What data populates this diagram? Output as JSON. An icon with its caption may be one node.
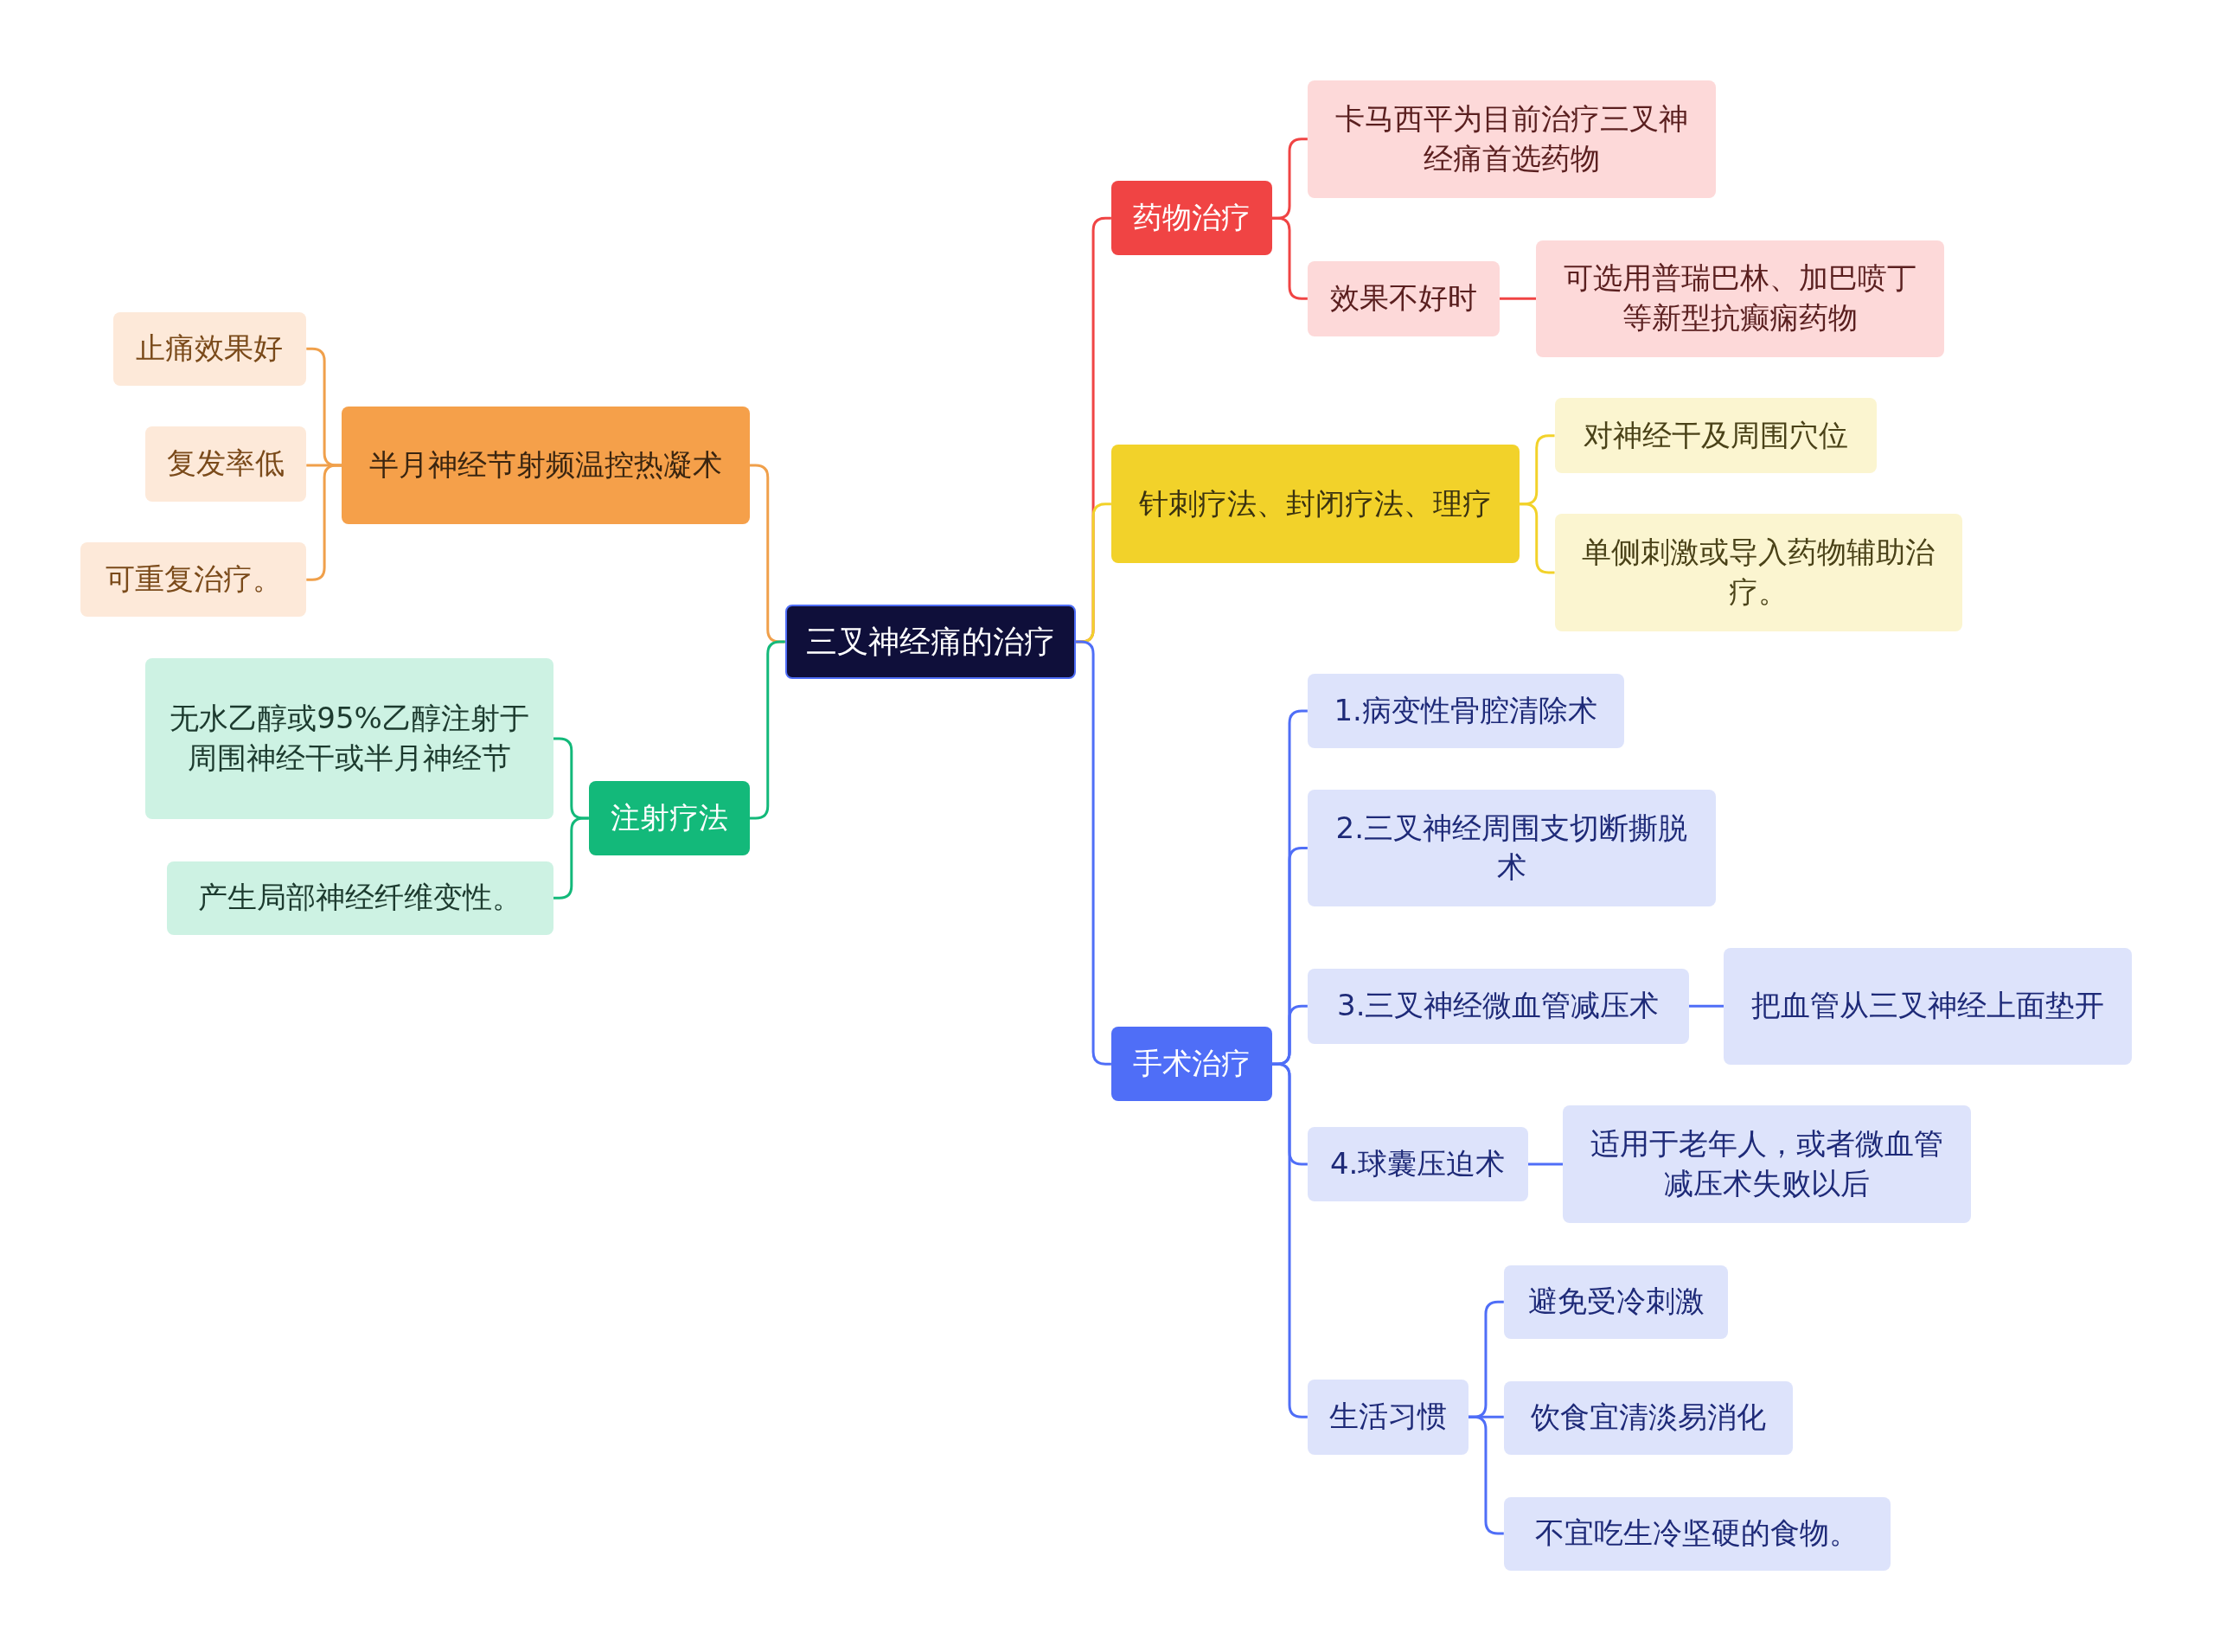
{
  "diagram": {
    "nodes": [
      {
        "text": [
          "三叉神经痛的治疗"
        ]
      },
      {
        "text": [
          "半月神经节射频温控热凝术"
        ]
      },
      {
        "text": [
          "止痛效果好"
        ]
      },
      {
        "text": [
          "复发率低"
        ]
      },
      {
        "text": [
          "可重复治疗。"
        ]
      },
      {
        "text": [
          "注射疗法"
        ]
      },
      {
        "text": [
          "无水乙醇或95%乙醇注射于周围神经干或半月神经节"
        ]
      },
      {
        "text": [
          "产生局部神经纤维变性。"
        ]
      },
      {
        "text": [
          "药物治疗"
        ]
      },
      {
        "text": [
          "卡马西平为目前治疗三叉神经痛首选药物"
        ]
      },
      {
        "text": [
          "效果不好时"
        ]
      },
      {
        "text": [
          "可选用普瑞巴林、加巴喷丁等新型抗癫痫药物"
        ]
      },
      {
        "text": [
          "针刺疗法、封闭疗法、理疗"
        ]
      },
      {
        "text": [
          "对神经干及周围穴位"
        ]
      },
      {
        "text": [
          "单侧刺激或导入药物辅助治疗。"
        ]
      },
      {
        "text": [
          "手术治疗"
        ]
      },
      {
        "text": [
          "1.病变性骨腔清除术"
        ]
      },
      {
        "text": [
          "2.三叉神经周围支切断撕脱术"
        ]
      },
      {
        "text": [
          "3.三叉神经微血管减压术"
        ]
      },
      {
        "text": [
          "把血管从三叉神经上面垫开"
        ]
      },
      {
        "text": [
          "4.球囊压迫术"
        ]
      },
      {
        "text": [
          "适用于老年人，或者微血管减压术失败以后"
        ]
      },
      {
        "text": [
          "生活习惯"
        ]
      },
      {
        "text": [
          "避免受冷刺激"
        ]
      },
      {
        "text": [
          "饮食宜清淡易消化"
        ]
      },
      {
        "text": [
          "不宜吃生冷坚硬的食物。"
        ]
      }
    ],
    "edges": [
      {
        "from": 0,
        "to": 1,
        "arrow": "none",
        "color": "#f0a04b"
      },
      {
        "from": 1,
        "to": 2,
        "arrow": "none",
        "color": "#f0a04b"
      },
      {
        "from": 1,
        "to": 3,
        "arrow": "none",
        "color": "#f0a04b"
      },
      {
        "from": 1,
        "to": 4,
        "arrow": "none",
        "color": "#f0a04b"
      },
      {
        "from": 0,
        "to": 5,
        "arrow": "none",
        "color": "#13b97a"
      },
      {
        "from": 5,
        "to": 6,
        "arrow": "none",
        "color": "#13b97a"
      },
      {
        "from": 5,
        "to": 7,
        "arrow": "none",
        "color": "#13b97a"
      },
      {
        "from": 0,
        "to": 8,
        "arrow": "none",
        "color": "#f04444"
      },
      {
        "from": 8,
        "to": 9,
        "arrow": "none",
        "color": "#f04444"
      },
      {
        "from": 8,
        "to": 10,
        "arrow": "none",
        "color": "#f04444"
      },
      {
        "from": 10,
        "to": 11,
        "arrow": "none",
        "color": "#f04444"
      },
      {
        "from": 0,
        "to": 12,
        "arrow": "none",
        "color": "#f2d22a"
      },
      {
        "from": 12,
        "to": 13,
        "arrow": "none",
        "color": "#f2d22a"
      },
      {
        "from": 12,
        "to": 14,
        "arrow": "none",
        "color": "#f2d22a"
      },
      {
        "from": 0,
        "to": 15,
        "arrow": "none"
      },
      {
        "from": 15,
        "to": 16,
        "arrow": "none"
      },
      {
        "from": 15,
        "to": 17,
        "arrow": "none"
      },
      {
        "from": 15,
        "to": 18,
        "arrow": "none"
      },
      {
        "from": 18,
        "to": 19,
        "arrow": "none"
      },
      {
        "from": 15,
        "to": 20,
        "arrow": "none"
      },
      {
        "from": 20,
        "to": 21,
        "arrow": "none"
      },
      {
        "from": 15,
        "to": 22,
        "arrow": "none"
      },
      {
        "from": 22,
        "to": 23,
        "arrow": "none"
      },
      {
        "from": 22,
        "to": 24,
        "arrow": "none"
      },
      {
        "from": 22,
        "to": 25,
        "arrow": "none"
      }
    ]
  }
}
